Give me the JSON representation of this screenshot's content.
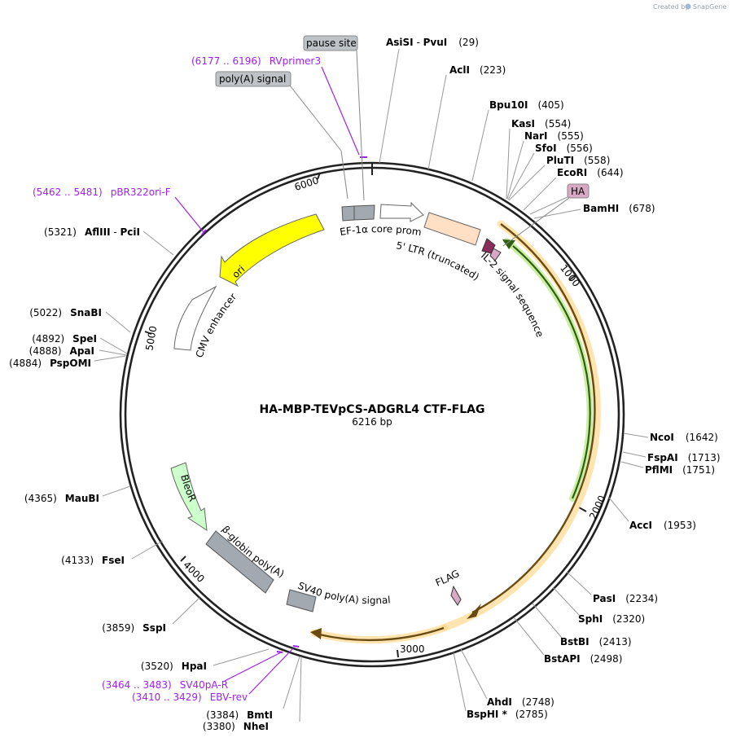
{
  "credit": {
    "prefix": "Created by",
    "brand": "SnapGene"
  },
  "plasmid": {
    "name": "HA-MBP-TEVpCS-ADGRL4 CTF-FLAG",
    "size_label": "6216 bp"
  },
  "ticks": [
    "1000",
    "2000",
    "3000",
    "4000",
    "5000",
    "6000"
  ],
  "sites": [
    {
      "name": "AsiSI",
      "name2": "PvuI",
      "pos": "(29)"
    },
    {
      "name": "AclI",
      "pos": "(223)"
    },
    {
      "name": "Bpu10I",
      "pos": "(405)"
    },
    {
      "name": "KasI",
      "pos": "(554)"
    },
    {
      "name": "NarI",
      "pos": "(555)"
    },
    {
      "name": "SfoI",
      "pos": "(556)"
    },
    {
      "name": "PluTI",
      "pos": "(558)"
    },
    {
      "name": "EcoRI",
      "pos": "(644)"
    },
    {
      "name": "BamHI",
      "pos": "(678)"
    },
    {
      "name": "NcoI",
      "pos": "(1642)"
    },
    {
      "name": "FspAI",
      "pos": "(1713)"
    },
    {
      "name": "PflMI",
      "pos": "(1751)"
    },
    {
      "name": "AccI",
      "pos": "(1953)"
    },
    {
      "name": "PasI",
      "pos": "(2234)"
    },
    {
      "name": "SphI",
      "pos": "(2320)"
    },
    {
      "name": "BstBI",
      "pos": "(2413)"
    },
    {
      "name": "BstAPI",
      "pos": "(2498)"
    },
    {
      "name": "AhdI",
      "pos": "(2748)"
    },
    {
      "name": "BspHI *",
      "pos": "(2785)"
    },
    {
      "name": "NheI",
      "pos": "(3380)"
    },
    {
      "name": "BmtI",
      "pos": "(3384)"
    },
    {
      "name": "HpaI",
      "pos": "(3520)"
    },
    {
      "name": "SspI",
      "pos": "(3859)"
    },
    {
      "name": "FseI",
      "pos": "(4133)"
    },
    {
      "name": "MauBI",
      "pos": "(4365)"
    },
    {
      "name": "PspOMI",
      "pos": "(4884)"
    },
    {
      "name": "ApaI",
      "pos": "(4888)"
    },
    {
      "name": "SpeI",
      "pos": "(4892)"
    },
    {
      "name": "SnaBI",
      "pos": "(5022)"
    },
    {
      "name": "AflIII",
      "name2": "PciI",
      "pos": "(5321)"
    }
  ],
  "primers": [
    {
      "range": "(6177 .. 6196)",
      "name": "RVprimer3"
    },
    {
      "range": "(5462 .. 5481)",
      "name": "pBR322ori-F"
    },
    {
      "range": "(3464 .. 3483)",
      "name": "SV40pA-R"
    },
    {
      "range": "(3410 .. 3429)",
      "name": "EBV-rev"
    }
  ],
  "boxed_labels": {
    "pause_site": "pause site",
    "polya_signal": "poly(A) signal",
    "ha": "HA"
  },
  "features": {
    "ef1a": "EF-1α core promoter",
    "ltr": "5' LTR (truncated)",
    "il2": "IL-2 signal sequence",
    "ori": "ori",
    "cmv": "CMV enhancer",
    "bleor": "BleoR",
    "beta_globin": "β-globin poly(A)",
    "sv40": "SV40 poly(A) signal",
    "flag": "FLAG"
  },
  "colors": {
    "ori": "#ffff00",
    "ltr": "#ffe0c4",
    "bleor": "#ccffcc",
    "grey_feature": "#a3a9b0",
    "il2": "#8b2d5c",
    "tag": "#d8a8c4",
    "orf_glow": "#ffd27a",
    "inner_glow": "#b8e986",
    "primer": "#a020f0",
    "backbone": "#222222"
  }
}
